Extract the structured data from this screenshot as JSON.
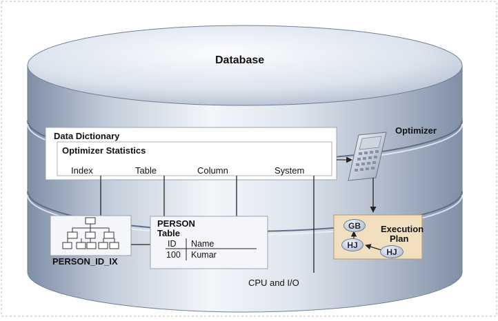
{
  "database": {
    "title": "Database"
  },
  "data_dictionary": {
    "title": "Data Dictionary",
    "optimizer_statistics": {
      "title": "Optimizer Statistics",
      "items": [
        "Index",
        "Table",
        "Column",
        "System"
      ]
    }
  },
  "optimizer": {
    "label": "Optimizer"
  },
  "execution_plan": {
    "title_line1": "Execution",
    "title_line2": "Plan",
    "nodes": [
      "GB",
      "HJ",
      "HJ"
    ]
  },
  "person_table": {
    "title_line1": "PERSON",
    "title_line2": "Table",
    "columns": [
      "ID",
      "Name"
    ],
    "rows": [
      [
        "100",
        "Kumar"
      ]
    ]
  },
  "index": {
    "label": "PERSON_ID_IX"
  },
  "system_source": {
    "label": "CPU and I/O"
  },
  "colors": {
    "cylinder_light": "#eef2f7",
    "cylinder_dark": "#8393a9",
    "plan_box": "#f2dfbf",
    "panel": "#ffffff"
  }
}
